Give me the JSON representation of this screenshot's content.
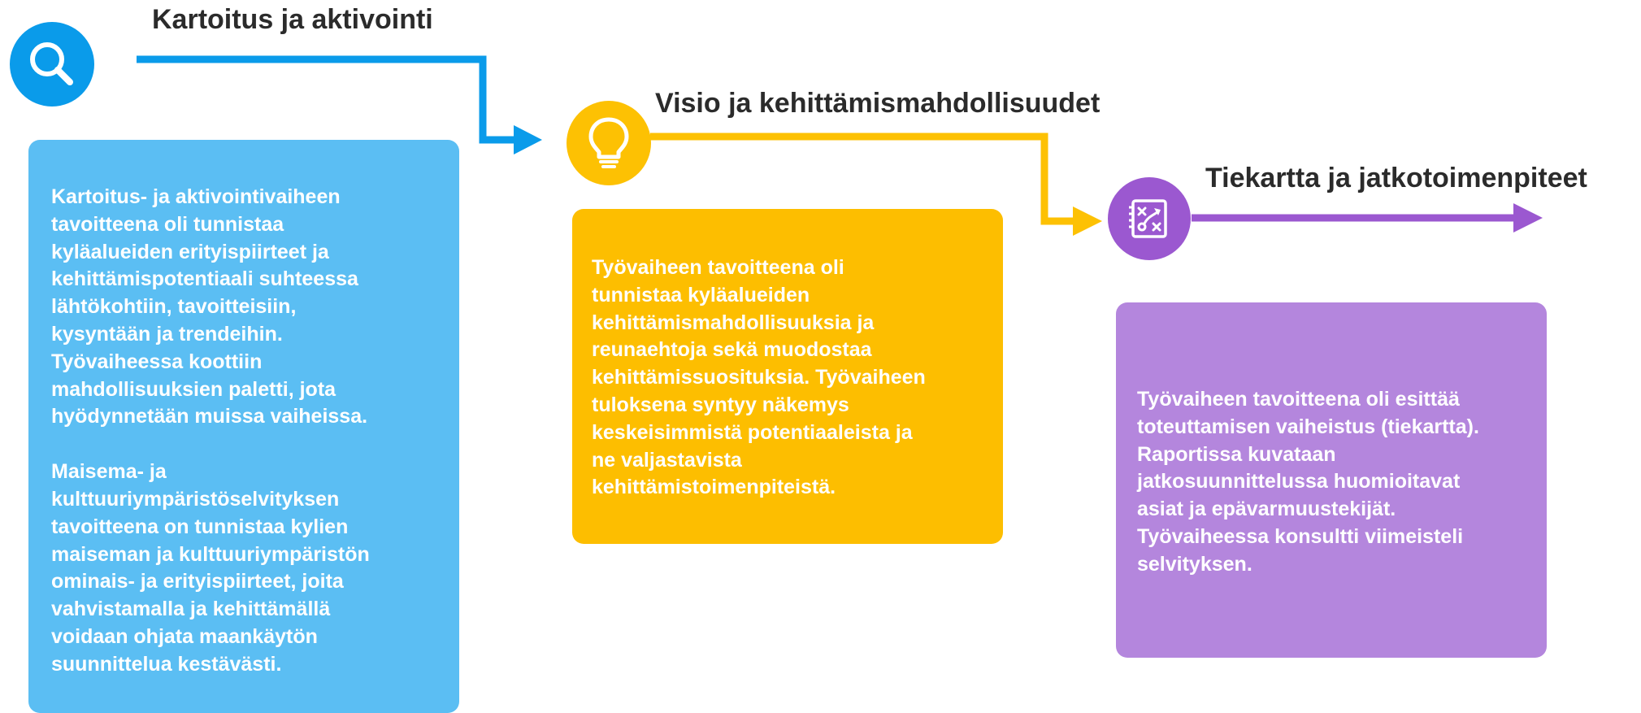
{
  "colors": {
    "phase1": "#0a9bea",
    "phase1_card": "#5bbef3",
    "phase2": "#fdc103",
    "phase2_card": "#fdbe00",
    "phase3": "#9b58d0",
    "phase3_card": "#b486dd",
    "title_text": "#2b2b2b",
    "card_text": "#ffffff"
  },
  "phases": [
    {
      "title": "Kartoitus ja aktivointi",
      "icon": "magnifier-icon",
      "paragraphs": [
        "Kartoitus- ja aktivointivaiheen\ntavoitteena oli tunnistaa\nkyläalueiden erityispiirteet ja\nkehittämispotentiaali suhteessa\nlähtökohtiin, tavoitteisiin,\nkysyntään ja trendeihin.\nTyövaiheessa koottiin\nmahdollisuuksien paletti, jota\nhyödynnetään muissa vaiheissa.",
        "Maisema- ja\nkulttuuriympäristöselvityksen\ntavoitteena on tunnistaa kylien\nmaiseman ja kulttuuriympäristön\nominais- ja erityispiirteet, joita\nvahvistamalla ja kehittämällä\nvoidaan ohjata maankäytön\nsuunnittelua kestävästi."
      ]
    },
    {
      "title": "Visio ja kehittämismahdollisuudet",
      "icon": "lightbulb-icon",
      "paragraphs": [
        "Työvaiheen tavoitteena oli\ntunnistaa kyläalueiden\nkehittämismahdollisuuksia ja\nreunaehtoja sekä  muodostaa\nkehittämissuosituksia. Työvaiheen\ntuloksena syntyy näkemys\nkeskeisimmistä potentiaaleista ja\nne valjastavista\nkehittämistoimenpiteistä."
      ]
    },
    {
      "title": "Tiekartta ja jatkotoimenpiteet",
      "icon": "strategy-plan-icon",
      "paragraphs": [
        "Työvaiheen tavoitteena oli esittää\ntoteuttamisen vaiheistus (tiekartta).\nRaportissa kuvataan\njatkosuunnittelussa huomioitavat\nasiat ja epävarmuustekijät.\nTyövaiheessa konsultti viimeisteli\nselvityksen."
      ]
    }
  ]
}
